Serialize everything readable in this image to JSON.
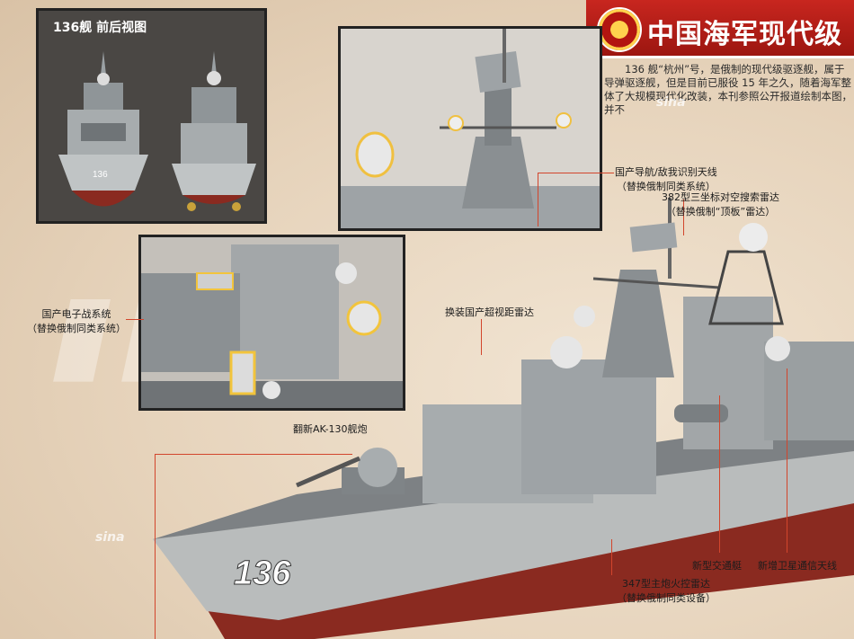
{
  "banner": {
    "title": "中国海军现代级"
  },
  "intro": {
    "text": "136 舰“杭州”号，是俄制的现代级驱逐舰，属于导弹驱逐舰，但是目前已服役 15 年之久，随着海军整体了大规模现代化改装，本刊参照公开报道绘制本图，并不"
  },
  "panel_views": {
    "title": "136舰  前后视图"
  },
  "callouts": {
    "nav_iff": {
      "line1": "国产导航/敌我识别天线",
      "line2": "（替换俄制同类系统）"
    },
    "radar_382": {
      "line1": "382型三坐标对空搜索雷达",
      "line2": "（替换俄制“顶板”雷达）"
    },
    "ew": {
      "line1": "国产电子战系统",
      "line2": "（替换俄制同类系统）"
    },
    "otr": {
      "line1": "换装国产超视距雷达"
    },
    "ak130": {
      "line1": "翻新AK-130舰炮"
    },
    "boat": {
      "line1": "新型交通艇"
    },
    "satcom": {
      "line1": "新增卫星通信天线"
    },
    "fc_347": {
      "line1": "347型主炮火控雷达",
      "line2": "（替换俄制同类设备）"
    }
  },
  "hull_number": "136",
  "watermark": "sina",
  "colors": {
    "banner_red": "#b81c15",
    "leader_red": "#d2452c",
    "hull_gray": "#b9bcbc",
    "hull_red": "#8a2a20"
  }
}
